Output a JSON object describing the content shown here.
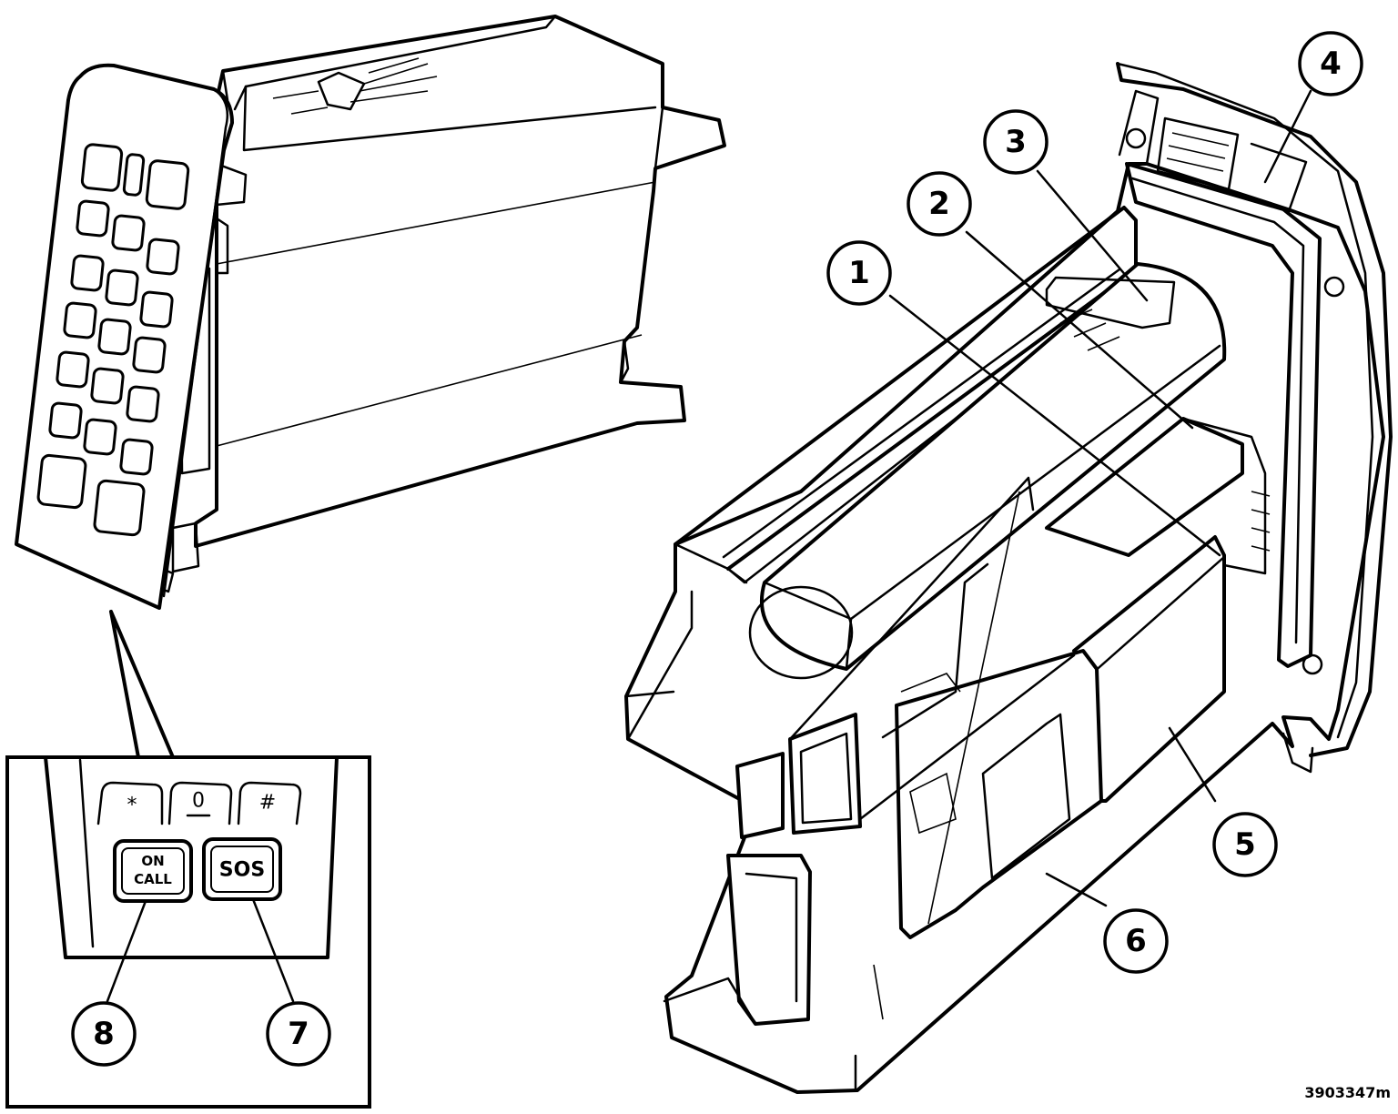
{
  "callouts": {
    "c1": "1",
    "c2": "2",
    "c3": "3",
    "c4": "4",
    "c5": "5",
    "c6": "6",
    "c7": "7",
    "c8": "8"
  },
  "inset": {
    "keys": {
      "star": "*",
      "zero": "0",
      "hash": "#"
    },
    "on_call_line1": "ON",
    "on_call_line2": "CALL",
    "sos": "SOS"
  },
  "reference_number": "3903347m"
}
